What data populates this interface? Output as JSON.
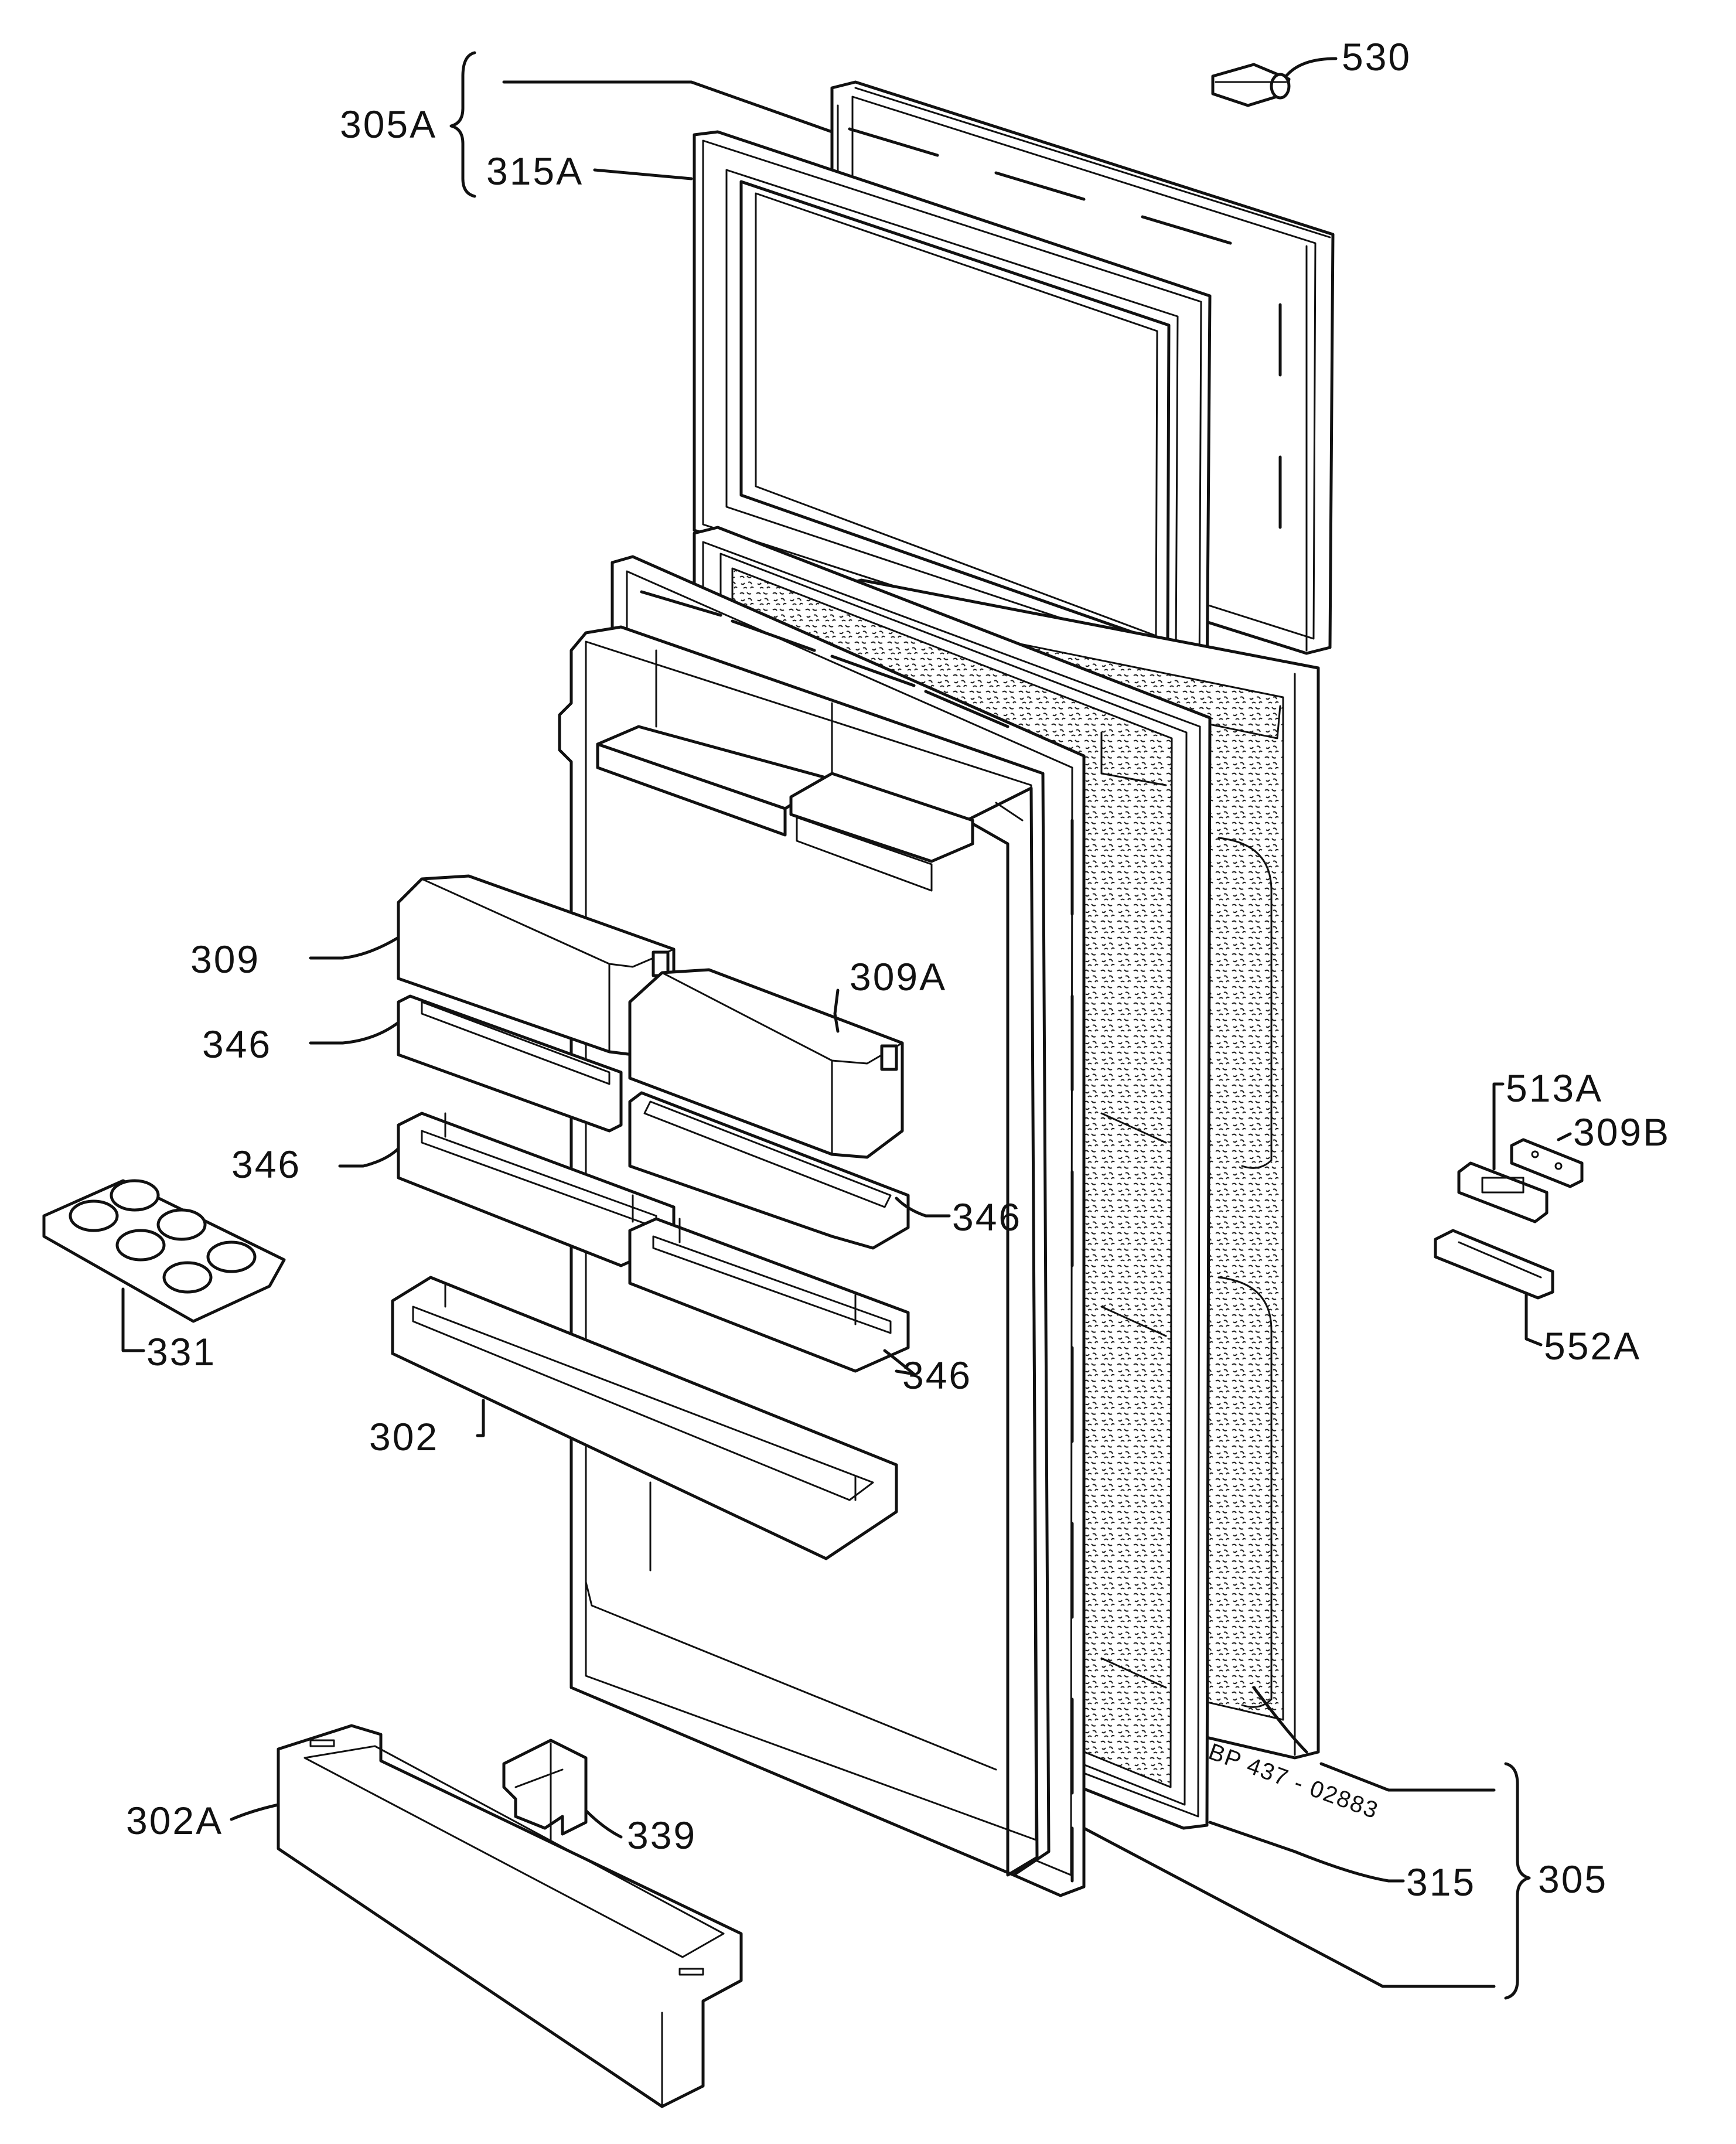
{
  "parts": {
    "p530": "530",
    "p305A": "305A",
    "p315A": "315A",
    "p309": "309",
    "p309A": "309A",
    "p346a": "346",
    "p346b": "346",
    "p346c": "346",
    "p346d": "346",
    "p513A": "513A",
    "p309B": "309B",
    "p552A": "552A",
    "p331": "331",
    "p302": "302",
    "p302A": "302A",
    "p339": "339",
    "p315": "315",
    "p305": "305"
  },
  "drawing_ref": "BP 437 - 02883"
}
